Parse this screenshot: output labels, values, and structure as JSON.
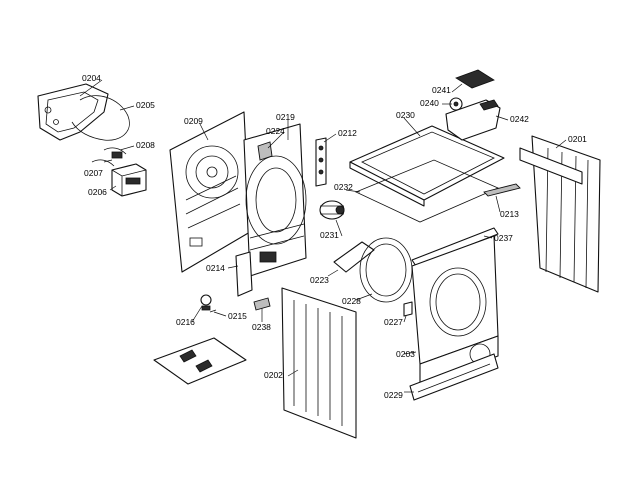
{
  "labels": {
    "p0204": "0204",
    "p0205": "0205",
    "p0208": "0208",
    "p0207": "0207",
    "p0206": "0206",
    "p0209": "0209",
    "p0219": "0219",
    "p0224": "0224",
    "p0212": "0212",
    "p0230": "0230",
    "p0241": "0241",
    "p0240": "0240",
    "p0242": "0242",
    "p0201": "0201",
    "p0232": "0232",
    "p0213": "0213",
    "p0231": "0231",
    "p0237": "0237",
    "p0214": "0214",
    "p0223": "0223",
    "p0228": "0228",
    "p0216": "0216",
    "p0215": "0215",
    "p0238": "0238",
    "p0227": "0227",
    "p0202": "0202",
    "p0203": "0203",
    "p0229": "0229"
  }
}
